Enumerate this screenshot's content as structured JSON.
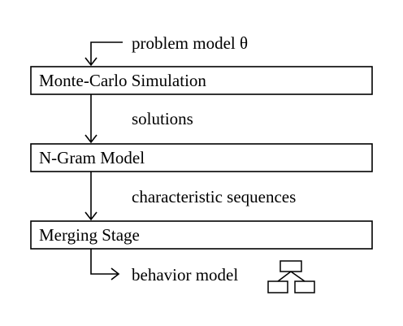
{
  "diagram": {
    "input_label": "problem model θ",
    "stages": [
      {
        "label": "Monte-Carlo Simulation"
      },
      {
        "label": "N-Gram Model"
      },
      {
        "label": "Merging Stage"
      }
    ],
    "edge_labels": {
      "after_stage1": "solutions",
      "after_stage2": "characteristic sequences"
    },
    "output_label": "behavior model",
    "output_icon": "hierarchy-tree-icon",
    "colors": {
      "stroke": "#000000",
      "background": "#ffffff"
    }
  }
}
